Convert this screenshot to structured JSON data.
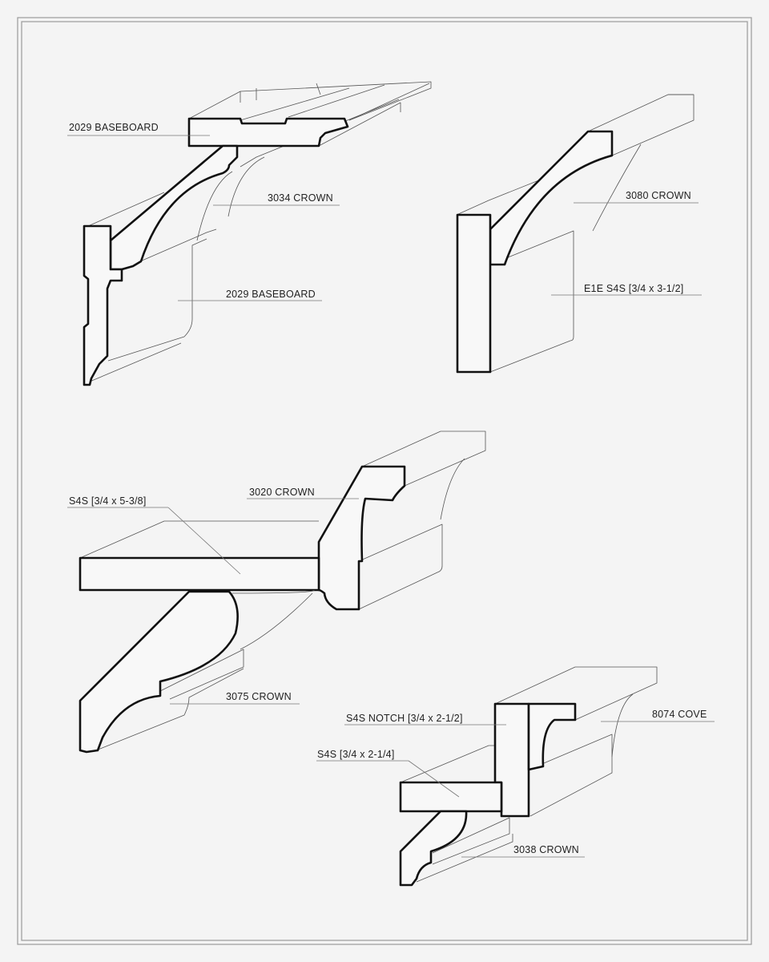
{
  "labels": {
    "top_baseboard": "2029 BASEBOARD",
    "crown_3034": "3034 CROWN",
    "lower_baseboard": "2029 BASEBOARD",
    "crown_3080": "3080 CROWN",
    "e1e_s4s": "E1E S4S [3/4 x 3-1/2]",
    "crown_3020": "3020 CROWN",
    "s4s_5_3_8": "S4S [3/4 x 5-3/8]",
    "crown_3075": "3075 CROWN",
    "s4s_notch": "S4S NOTCH [3/4 x 2-1/2]",
    "cove_8074": "8074 COVE",
    "s4s_2_1_4": "S4S [3/4 x 2-1/4]",
    "crown_3038": "3038 CROWN"
  },
  "colors": {
    "background": "#f4f4f4",
    "frame": "#9a9a9a",
    "profile_stroke": "#111111",
    "edge_stroke": "#555555",
    "accent_edge": "#e0302a"
  }
}
